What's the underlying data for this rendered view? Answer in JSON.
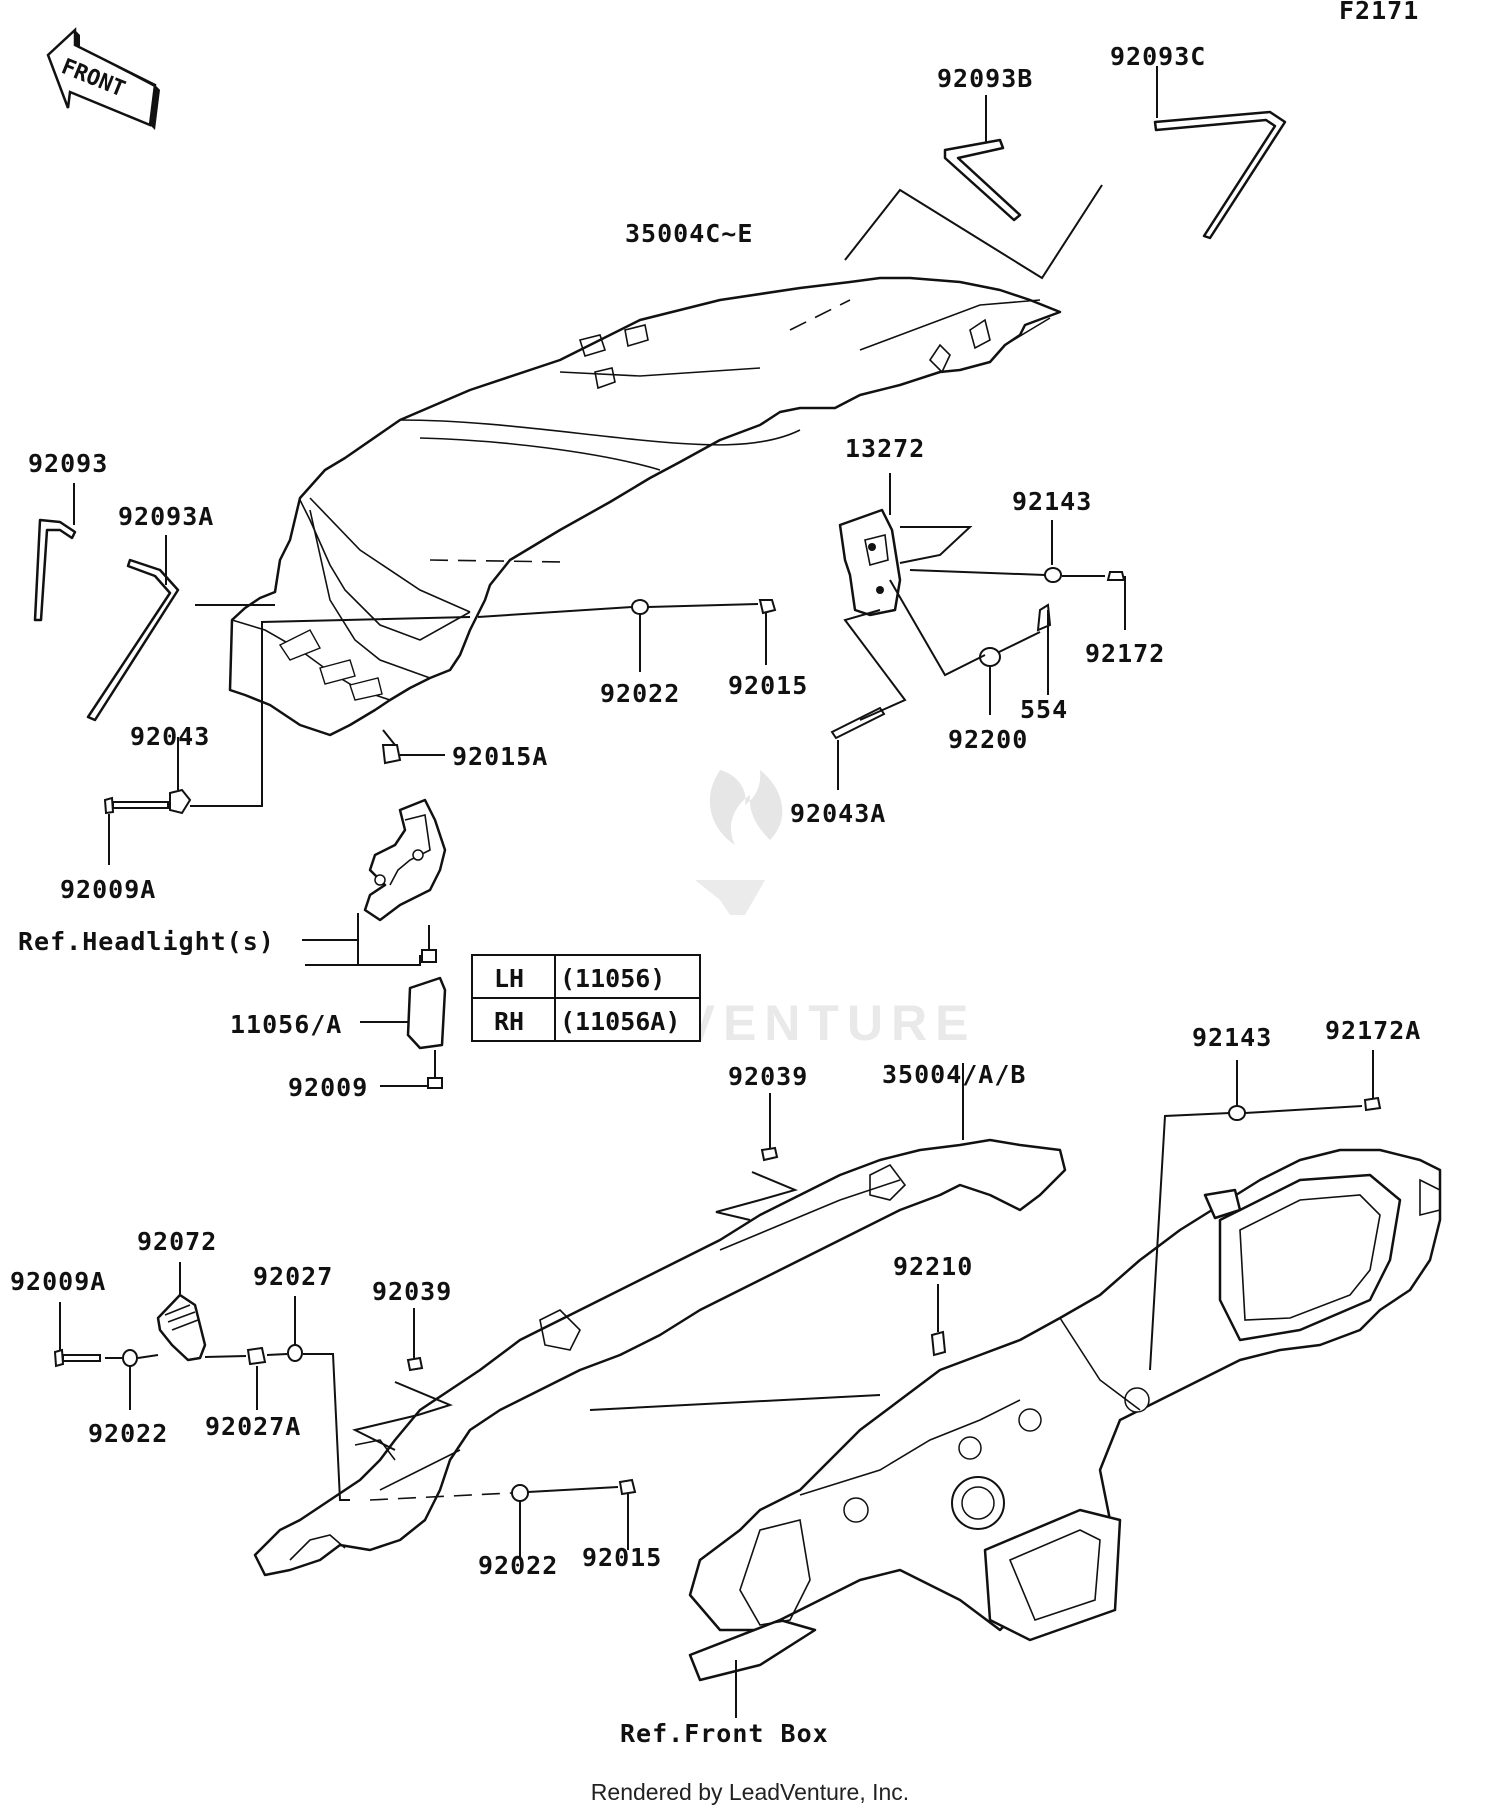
{
  "figure_code": "F2171",
  "front_arrow_text": "FRONT",
  "labels": {
    "p92093B": "92093B",
    "p92093C": "92093C",
    "p35004CE": "35004C~E",
    "p92093": "92093",
    "p92093A": "92093A",
    "p13272": "13272",
    "p92143_top": "92143",
    "p92172": "92172",
    "p92022_top": "92022",
    "p92015_top": "92015",
    "p554": "554",
    "p92200": "92200",
    "p92043": "92043",
    "p92015A": "92015A",
    "p92043A": "92043A",
    "p92009A_top": "92009A",
    "ref_headlight": "Ref.Headlight(s)",
    "p11056": "11056/A",
    "p92009": "92009",
    "p92143_bottom": "92143",
    "p92172A": "92172A",
    "p92039_top": "92039",
    "p35004AB": "35004/A/B",
    "p92072": "92072",
    "p92009A_bottom": "92009A",
    "p92027": "92027",
    "p92039_mid": "92039",
    "p92210": "92210",
    "p92022_left": "92022",
    "p92027A": "92027A",
    "p92022_bottom": "92022",
    "p92015_bottom": "92015",
    "ref_front_box": "Ref.Front Box"
  },
  "side_table": {
    "rows": [
      {
        "side": "LH",
        "part": "(11056)"
      },
      {
        "side": "RH",
        "part": "(11056A)"
      }
    ]
  },
  "watermark_text": "LEADVENTURE",
  "footer_text": "Rendered by LeadVenture, Inc."
}
